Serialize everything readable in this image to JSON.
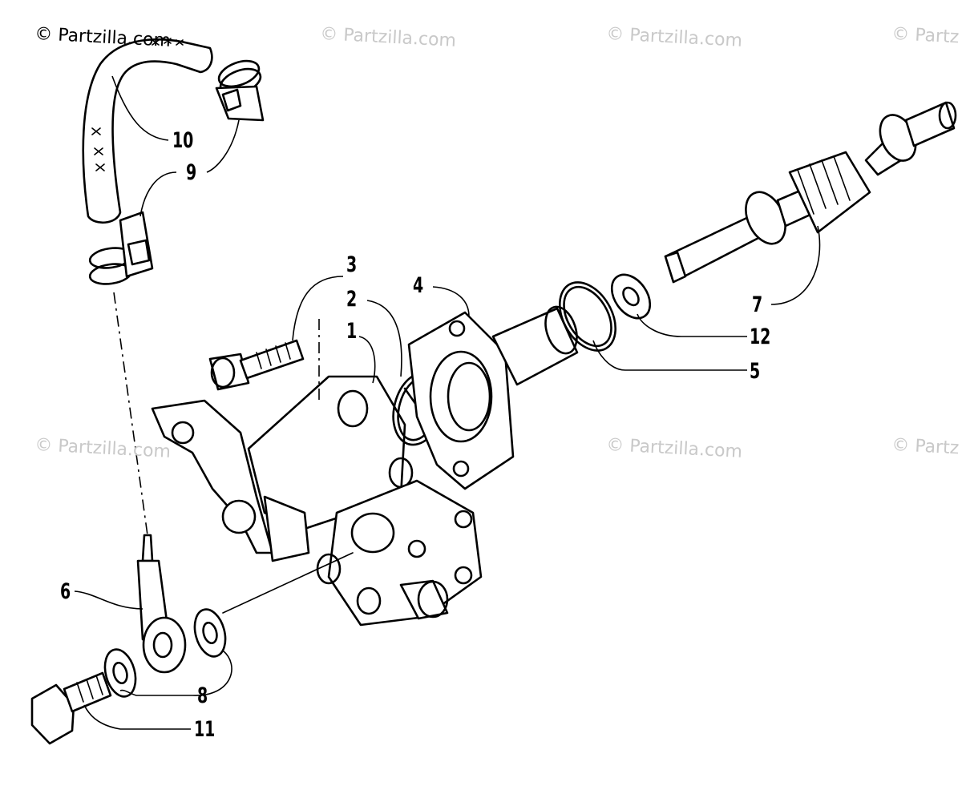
{
  "watermarks": [
    {
      "text": "© Partzilla.com",
      "tone": "dark"
    },
    {
      "text": "© Partzilla.com",
      "tone": "light"
    },
    {
      "text": "© Partzilla.com",
      "tone": "light"
    },
    {
      "text": "© Partz",
      "tone": "light"
    },
    {
      "text": "© Partzilla.com",
      "tone": "light"
    },
    {
      "text": "© Partzilla.com",
      "tone": "light"
    },
    {
      "text": "© Partz",
      "tone": "light"
    }
  ],
  "callouts": [
    "1",
    "2",
    "3",
    "4",
    "5",
    "6",
    "7",
    "8",
    "9",
    "10",
    "11",
    "12"
  ],
  "colors": {
    "ink": "#000000",
    "paper": "#ffffff",
    "watermark": "#c9c9c9"
  }
}
